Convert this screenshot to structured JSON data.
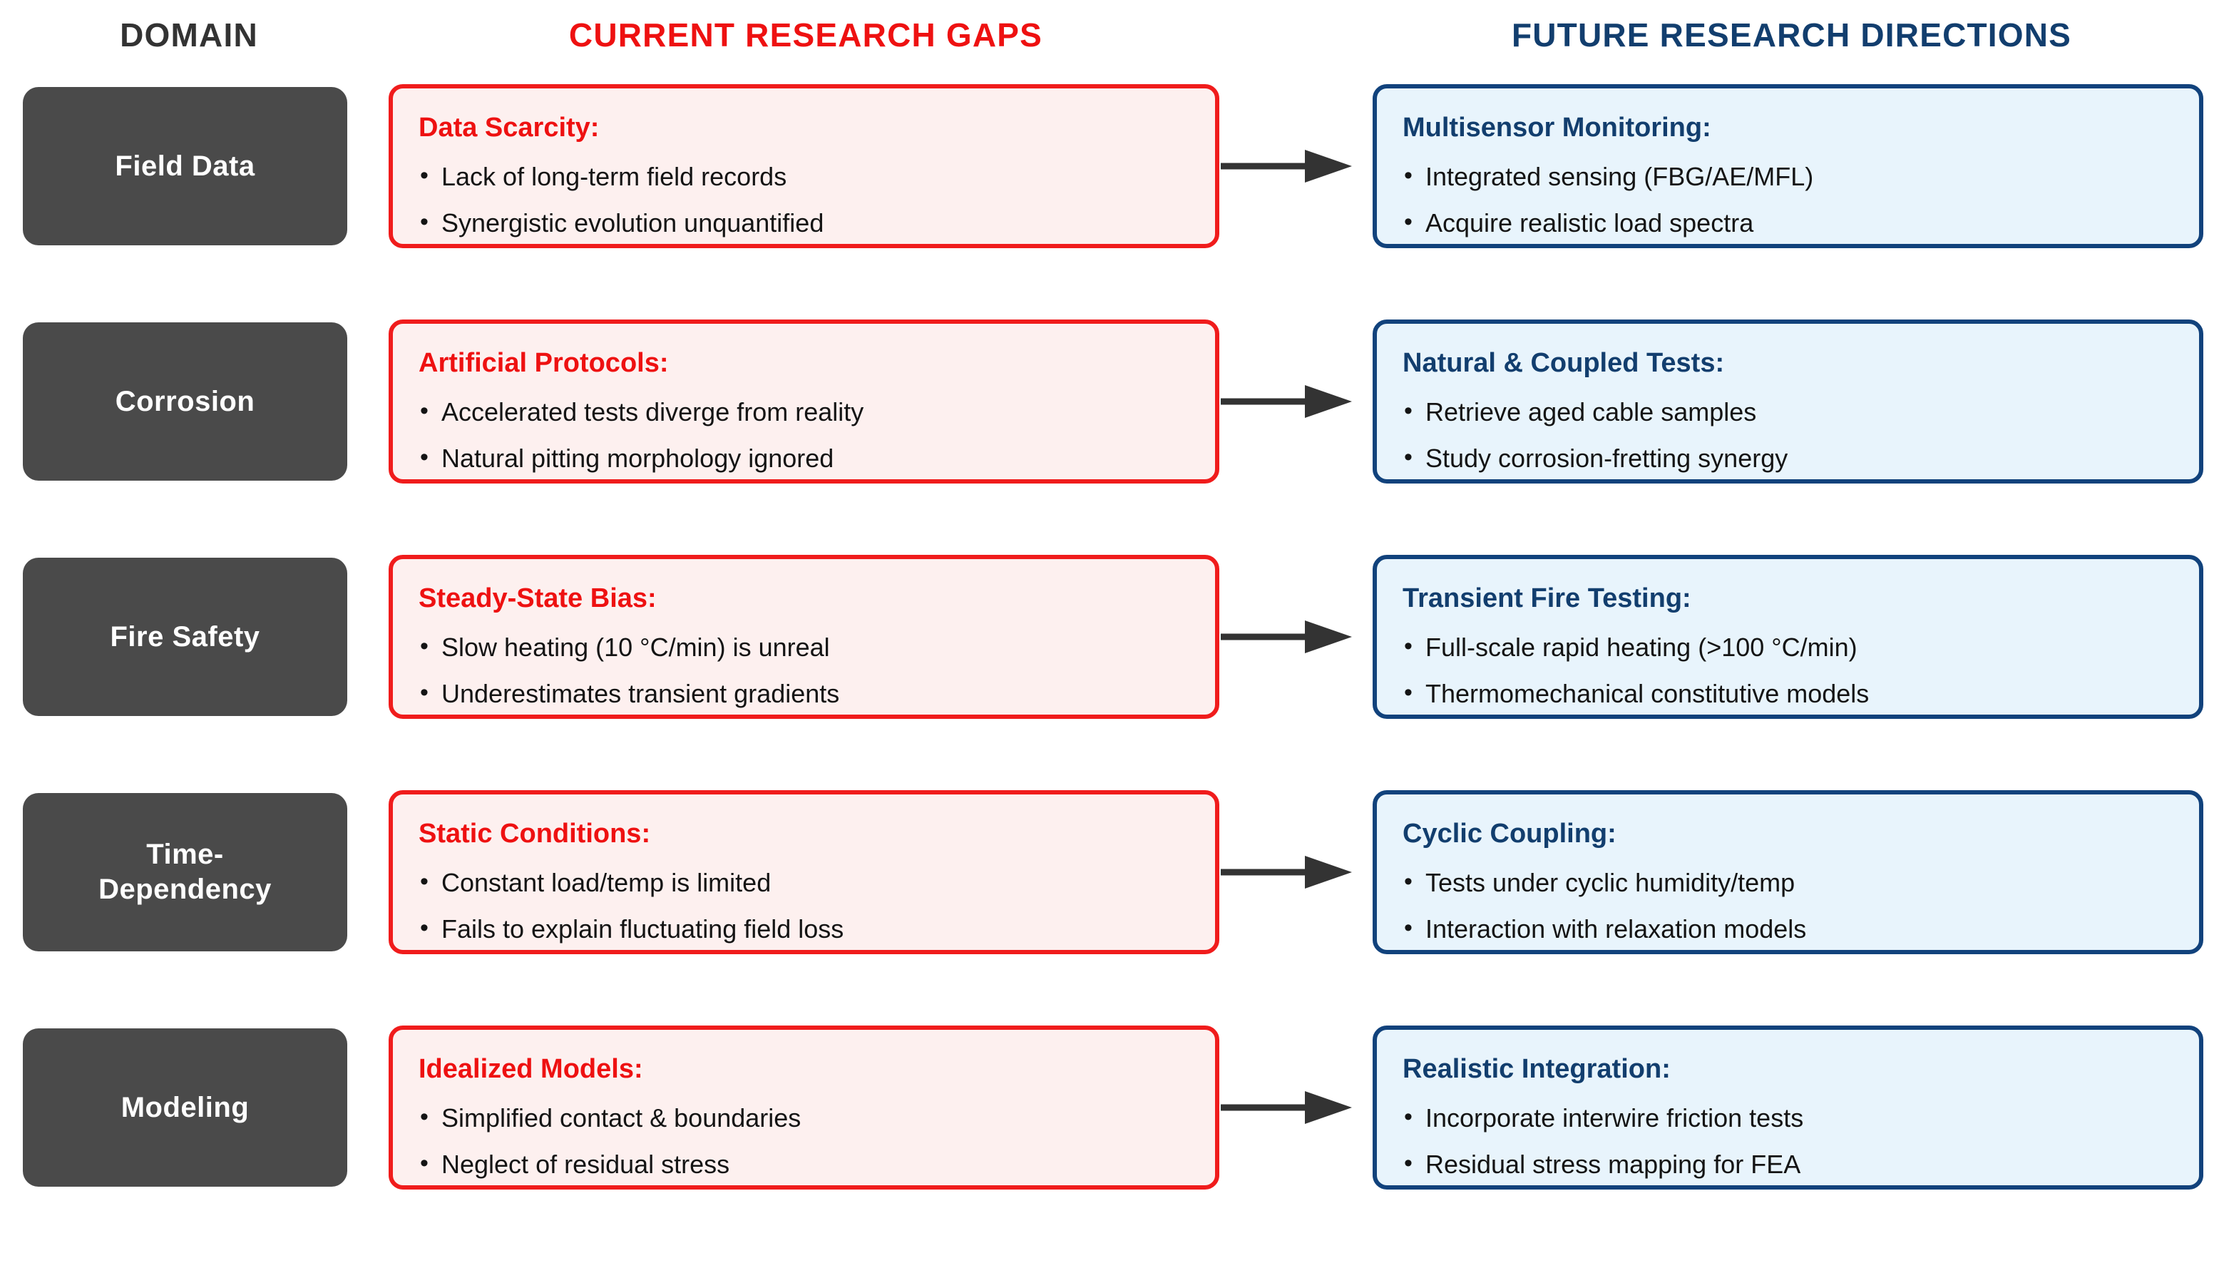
{
  "headers": {
    "domain": "DOMAIN",
    "gaps": "CURRENT RESEARCH GAPS",
    "future": "FUTURE RESEARCH DIRECTIONS"
  },
  "colors": {
    "domain_box": "#4a4a4a",
    "gap_accent": "#ee1111",
    "gap_fill": "#fdf0ef",
    "future_accent": "#11427c",
    "future_fill": "#e8f4fc",
    "arrow": "#333333",
    "background": "#ffffff"
  },
  "rows": [
    {
      "domain": "Field Data",
      "gap": {
        "title": "Data Scarcity:",
        "bullets": [
          "Lack of long-term field records",
          "Synergistic evolution unquantified"
        ]
      },
      "future": {
        "title": "Multisensor Monitoring:",
        "bullets": [
          "Integrated sensing (FBG/AE/MFL)",
          "Acquire realistic load spectra"
        ]
      },
      "arrow": "right-arrow"
    },
    {
      "domain": "Corrosion",
      "gap": {
        "title": "Artificial Protocols:",
        "bullets": [
          "Accelerated tests diverge from reality",
          "Natural pitting morphology ignored"
        ]
      },
      "future": {
        "title": "Natural & Coupled Tests:",
        "bullets": [
          "Retrieve aged cable samples",
          "Study corrosion-fretting synergy"
        ]
      },
      "arrow": "right-arrow"
    },
    {
      "domain": "Fire Safety",
      "gap": {
        "title": "Steady-State Bias:",
        "bullets": [
          "Slow heating (10 °C/min) is unreal",
          "Underestimates transient gradients"
        ]
      },
      "future": {
        "title": "Transient Fire Testing:",
        "bullets": [
          "Full-scale rapid heating (>100 °C/min)",
          "Thermomechanical constitutive models"
        ]
      },
      "arrow": "right-arrow"
    },
    {
      "domain": "Time-\nDependency",
      "gap": {
        "title": "Static Conditions:",
        "bullets": [
          "Constant load/temp is limited",
          "Fails to explain fluctuating field loss"
        ]
      },
      "future": {
        "title": "Cyclic Coupling:",
        "bullets": [
          "Tests under cyclic humidity/temp",
          "Interaction with relaxation models"
        ]
      },
      "arrow": "right-arrow"
    },
    {
      "domain": "Modeling",
      "gap": {
        "title": "Idealized Models:",
        "bullets": [
          "Simplified contact & boundaries",
          "Neglect of residual stress"
        ]
      },
      "future": {
        "title": "Realistic Integration:",
        "bullets": [
          "Incorporate interwire friction tests",
          "Residual stress mapping for FEA"
        ]
      },
      "arrow": "right-arrow"
    }
  ],
  "bullet_glyph": "•"
}
